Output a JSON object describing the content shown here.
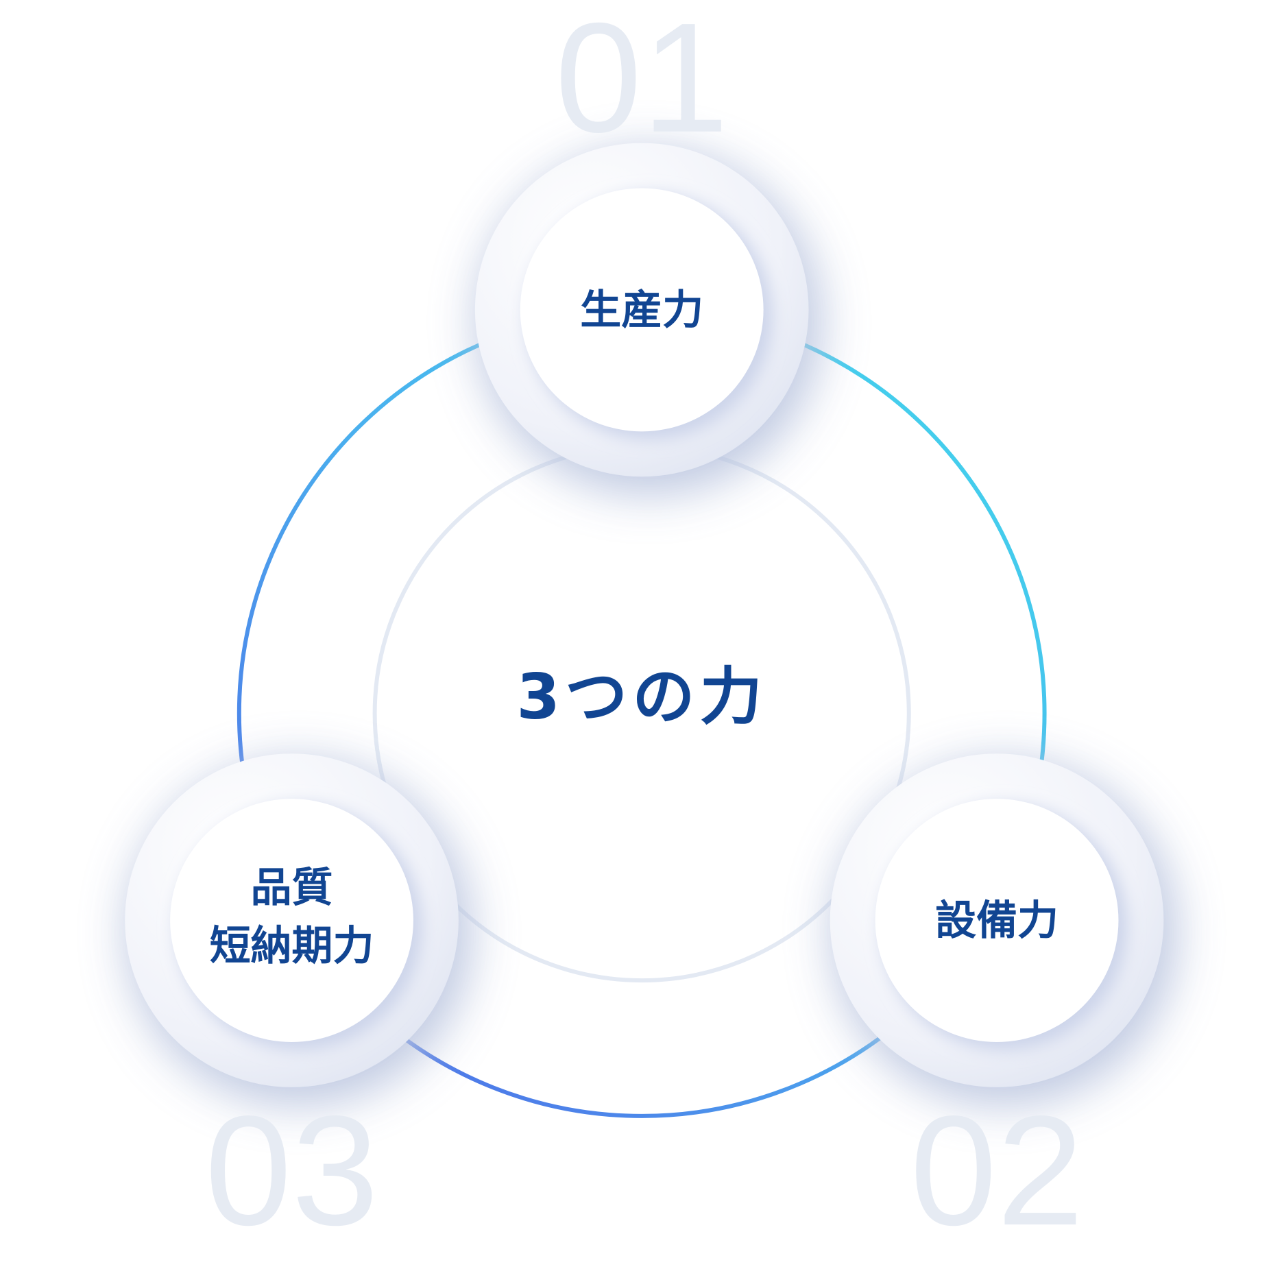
{
  "center": {
    "title": "3つの力"
  },
  "items": [
    {
      "number": "01",
      "label_lines": [
        "生産力"
      ]
    },
    {
      "number": "02",
      "label_lines": [
        "設備力"
      ]
    },
    {
      "number": "03",
      "label_lines": [
        "品質",
        "短納期力"
      ]
    }
  ],
  "colors": {
    "text": "#114592",
    "ring_start": "#41d9ec",
    "ring_end": "#4f6fe8",
    "inner_ring": "#e3e9f3",
    "number": "#e6ebf3"
  }
}
